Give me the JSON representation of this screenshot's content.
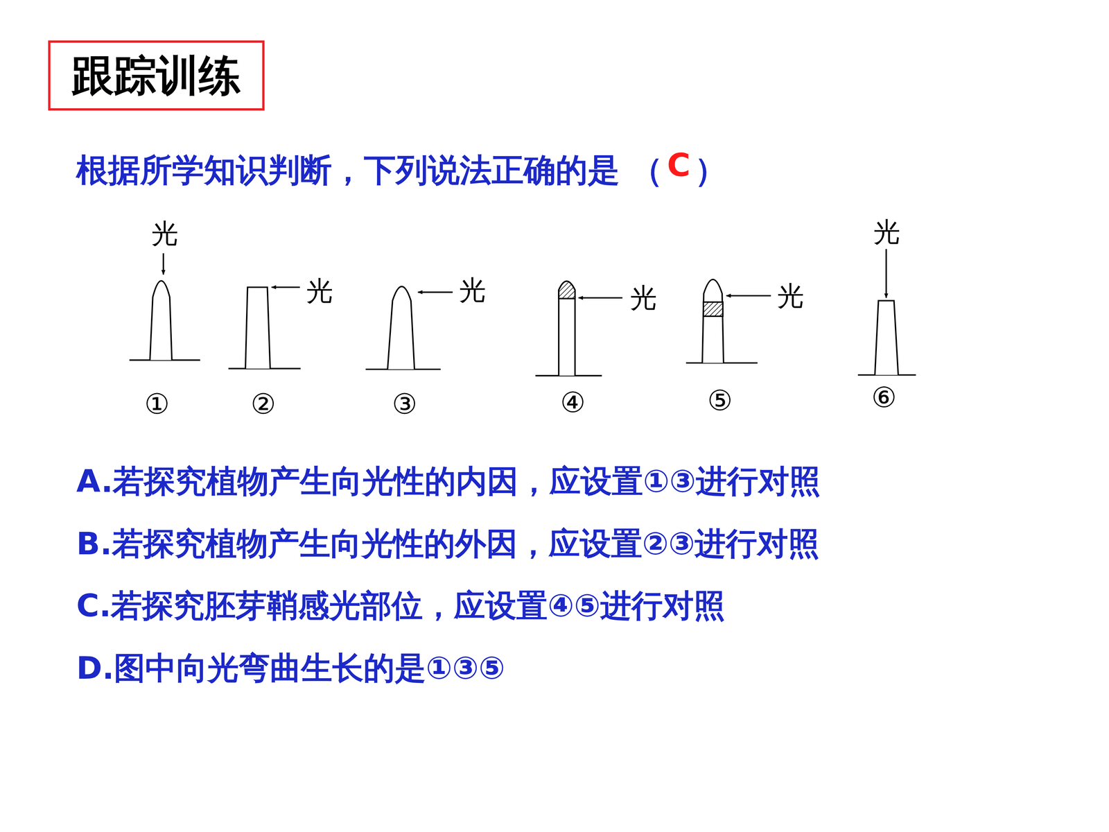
{
  "diagram": {
    "nodes": [
      {
        "text": [
          "跟踪训练"
        ]
      }
    ],
    "labels": [
      "根据所学知识判断，下列说法正确的是 （",
      "C",
      "）",
      "光",
      "光",
      "光",
      "光",
      "光",
      "光",
      "①",
      "②",
      "③",
      "④",
      "⑤",
      "⑥",
      "A.若探究植物产生向光性的内因，应设置①③进行对照",
      "B.若探究植物产生向光性的外因，应设置②③进行对照",
      "C.若探究胚芽鞘感光部位，应设置④⑤进行对照",
      "D.图中向光弯曲生长的是①③⑤"
    ]
  }
}
